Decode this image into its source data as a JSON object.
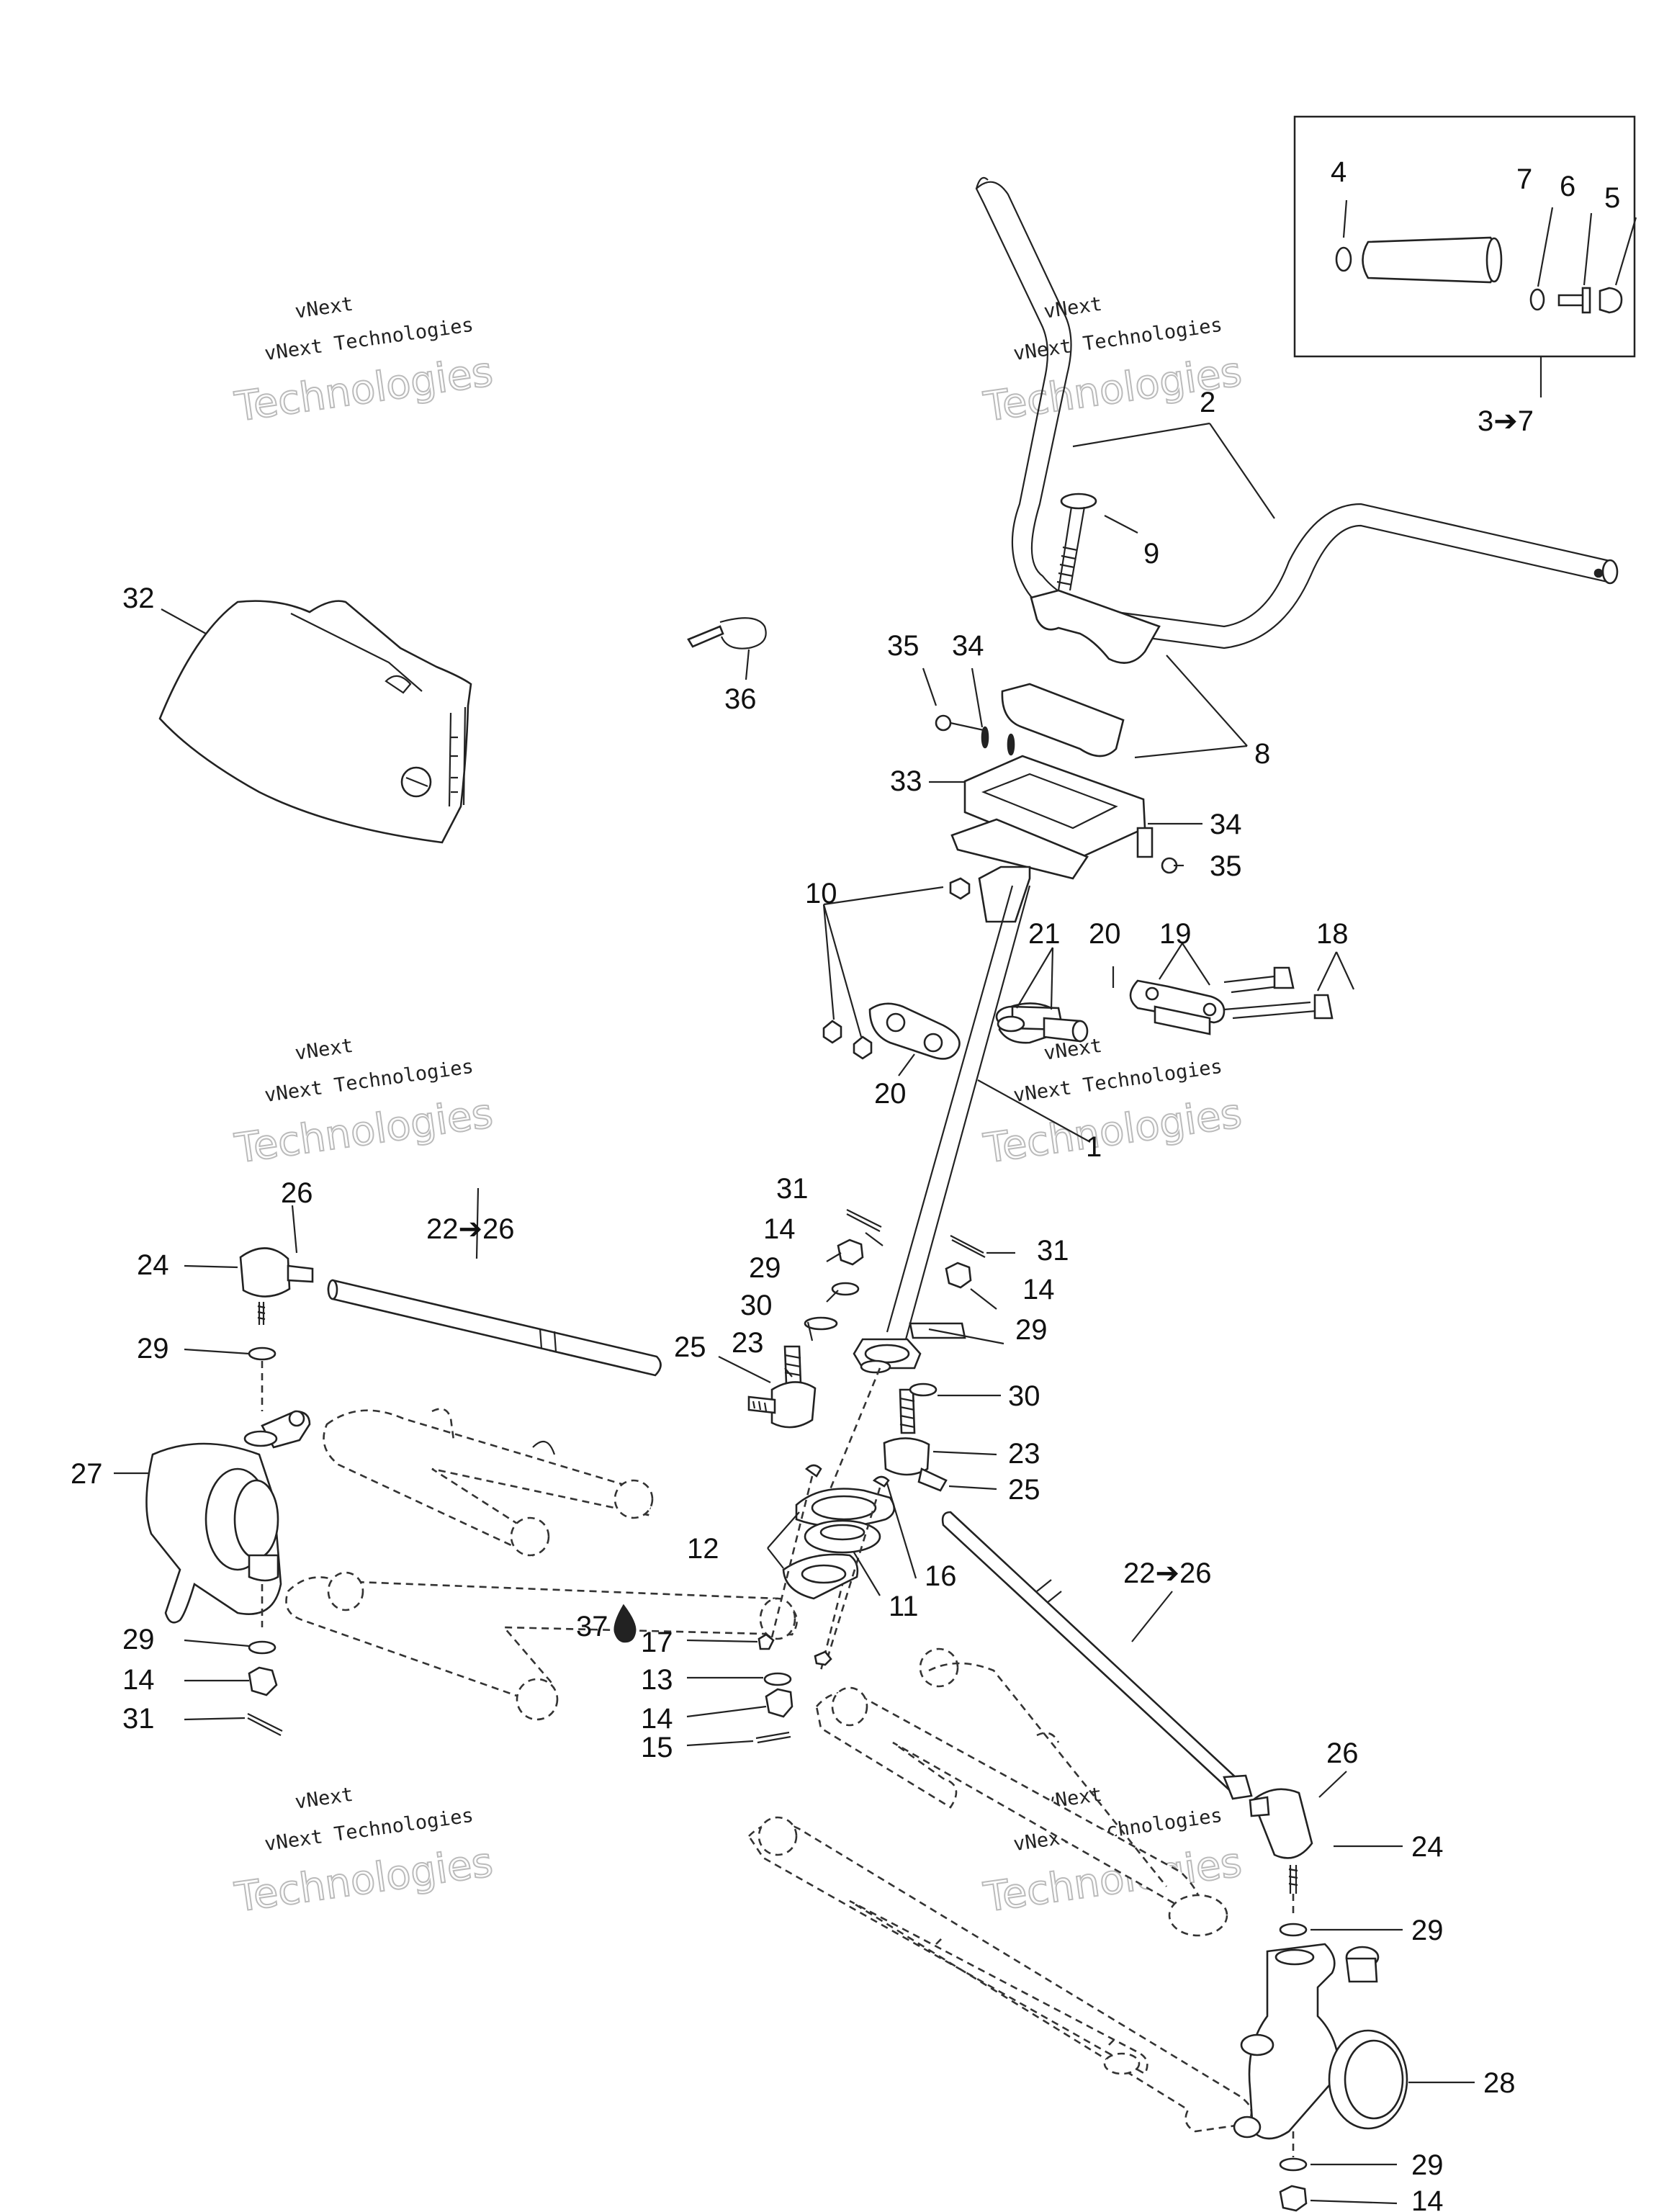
{
  "watermark": {
    "line1": "vNext",
    "line2": "vNext Technologies",
    "line3": "Technologies"
  },
  "inset": {
    "range_label": "3➔7"
  },
  "callouts": {
    "c1": "1",
    "c2": "2",
    "c3_7": "3➔7",
    "c4": "4",
    "c5": "5",
    "c6": "6",
    "c7": "7",
    "c8": "8",
    "c9": "9",
    "c10": "10",
    "c11": "11",
    "c12": "12",
    "c13": "13",
    "c14a": "14",
    "c14b": "14",
    "c14c": "14",
    "c14d": "14",
    "c14e": "14",
    "c15": "15",
    "c16": "16",
    "c17": "17",
    "c18": "18",
    "c19": "19",
    "c20a": "20",
    "c20b": "20",
    "c21": "21",
    "c22_26a": "22➔26",
    "c22_26b": "22➔26",
    "c23a": "23",
    "c23b": "23",
    "c24a": "24",
    "c24b": "24",
    "c25a": "25",
    "c25b": "25",
    "c26a": "26",
    "c26b": "26",
    "c27": "27",
    "c28": "28",
    "c29a": "29",
    "c29b": "29",
    "c29c": "29",
    "c29d": "29",
    "c29e": "29",
    "c29f": "29",
    "c30a": "30",
    "c30b": "30",
    "c31a": "31",
    "c31b": "31",
    "c31c": "31",
    "c32": "32",
    "c33": "33",
    "c34a": "34",
    "c34b": "34",
    "c35a": "35",
    "c35b": "35",
    "c36": "36",
    "c37": "37"
  }
}
